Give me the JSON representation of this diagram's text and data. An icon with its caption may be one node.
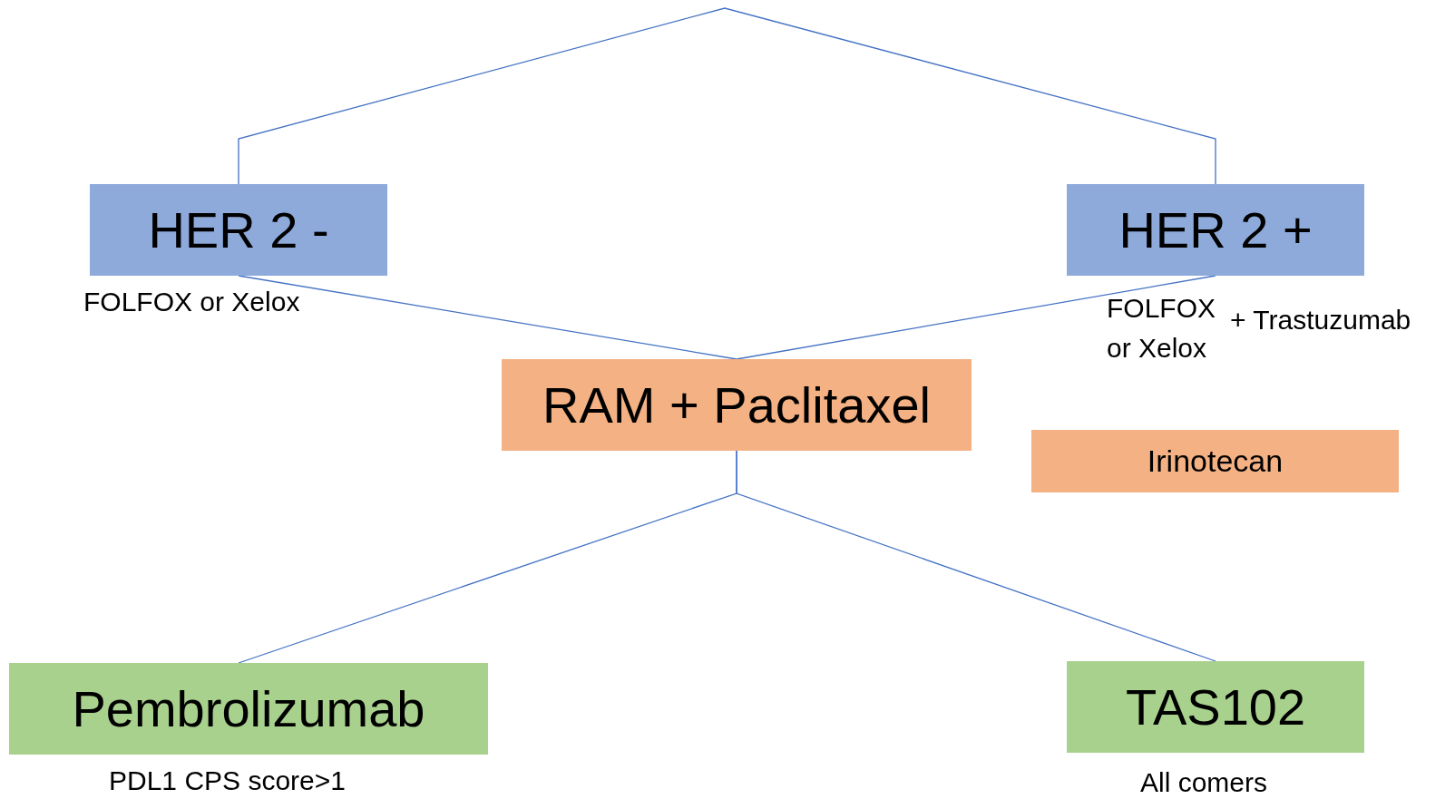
{
  "diagram": {
    "nodes": [
      {
        "text": [
          "HER 2 -"
        ],
        "beside": [
          "FOLFOX or Xelox"
        ]
      },
      {
        "text": [
          "HER 2 +"
        ],
        "beside": [
          "FOLFOX or Xelox",
          "+ Trastuzumab"
        ]
      },
      {
        "text": [
          "RAM + Paclitaxel"
        ]
      },
      {
        "text": [
          "Irinotecan"
        ]
      },
      {
        "text": [
          "Pembrolizumab"
        ],
        "beside": [
          "PDL1 CPS score>1"
        ]
      },
      {
        "text": [
          "TAS102"
        ],
        "beside": [
          "All comers"
        ]
      }
    ],
    "edges": [
      {
        "from": 0,
        "to": 1,
        "arrow": "none"
      },
      {
        "from": 0,
        "to": 2,
        "arrow": "none"
      },
      {
        "from": 1,
        "to": 2,
        "arrow": "none"
      },
      {
        "from": 2,
        "to": 4,
        "arrow": "none"
      },
      {
        "from": 2,
        "to": 5,
        "arrow": "none"
      }
    ]
  }
}
